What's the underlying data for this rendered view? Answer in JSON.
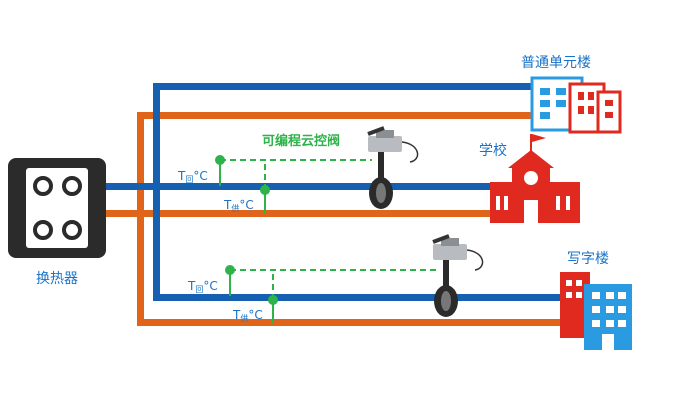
{
  "labels": {
    "heat_exchanger": "换热器",
    "residential": "普通单元楼",
    "school": "学校",
    "office": "写字楼",
    "valve": "可编程云控阀"
  },
  "sensors": {
    "T": "T",
    "return_sub": "回",
    "supply_sub": "供",
    "unit": "°C"
  },
  "colors": {
    "supply_pipe": "#e0651a",
    "return_pipe": "#1560b0",
    "sensor": "#2db34a",
    "label": "#1a73c8",
    "building_blue": "#2a9be0",
    "building_red": "#e02a20"
  }
}
